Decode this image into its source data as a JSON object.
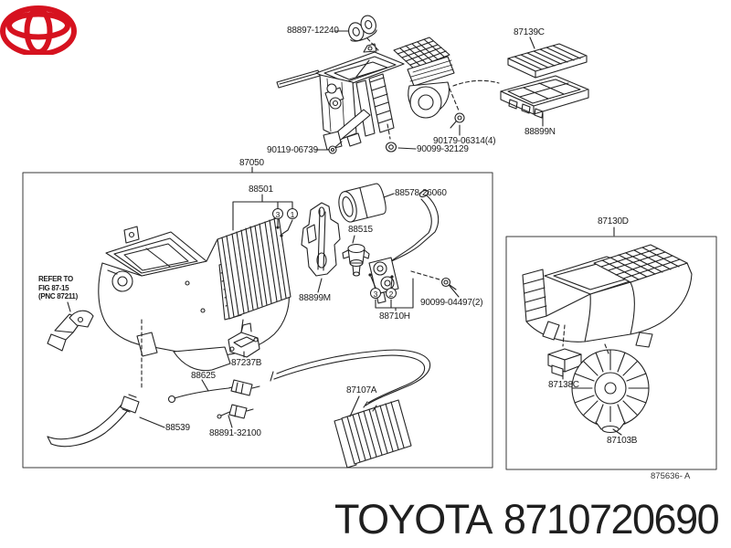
{
  "diagram": {
    "assembly_groups": {
      "heater_unit_box": "87050",
      "blower_unit_box": "87130D"
    },
    "parts": {
      "grommet_retainer": "88897-12240",
      "clean_air_filter": "87139C",
      "filter_case": "88899N",
      "screw_front": "90119-06739",
      "screw_set": "90179-06314(4)",
      "nut": "90099-32129",
      "evaporator": "88501",
      "packing_pipe": "88578-26060",
      "fitting": "88515",
      "bracket_plate": "88899M",
      "liquid_tube": "88710H",
      "tube_screw": "90099-04497(2)",
      "servo_sub_assy": "87237B",
      "wire_sub_assy": "88625",
      "hose": "88539",
      "thermistor": "88891-32100",
      "heater_radiator": "87107A",
      "blower_resistor": "87138C",
      "blower_motor": "87103B"
    },
    "callouts": {
      "one": "1",
      "two": "2",
      "three": "3"
    },
    "reference_note": {
      "line1": "REFER TO",
      "line2": "FIG 87-15",
      "line3": "(PNC 87211)"
    },
    "sheet_code": "875636- A"
  },
  "footer": {
    "brand": "TOYOTA",
    "part_number": "8710720690",
    "logo_color": "#d6121f",
    "text_color": "#1f1f1f"
  }
}
